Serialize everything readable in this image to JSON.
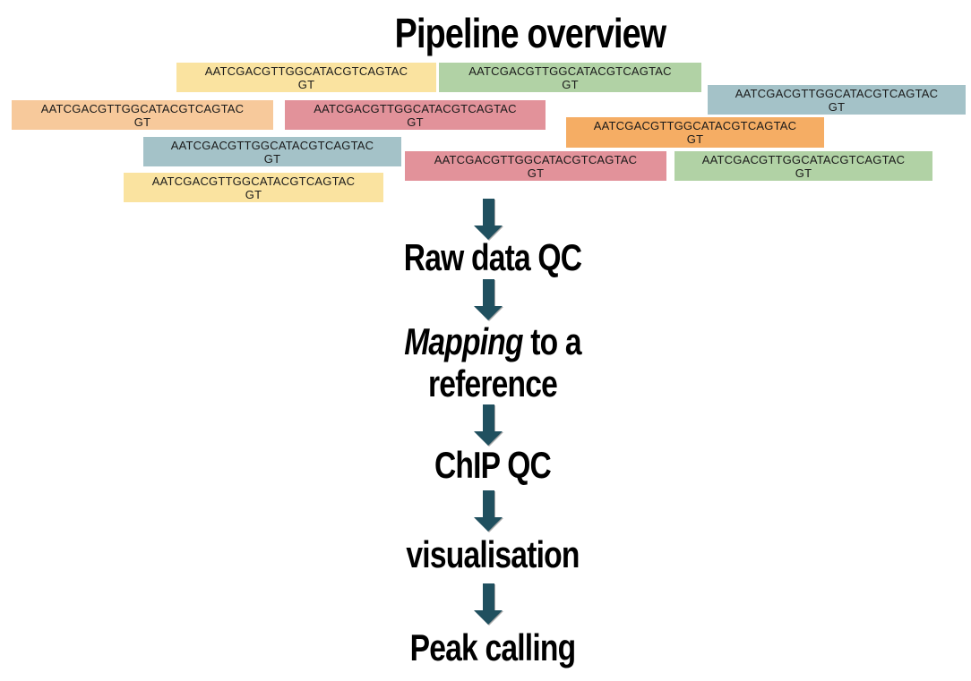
{
  "title": "Pipeline overview",
  "colors": {
    "yellow": "#fae3a0",
    "green": "#b1d2a5",
    "blue": "#a4c2c8",
    "peach": "#f7c99b",
    "red": "#e2929a",
    "orange": "#f5ad64",
    "arrow": "#20505f",
    "text": "#000000"
  },
  "reads": {
    "sequence_line1": "AATCGACGTTGGCATACGTCAGTAC",
    "sequence_line2": "GT",
    "items": [
      {
        "color": "yellow"
      },
      {
        "color": "green"
      },
      {
        "color": "blue"
      },
      {
        "color": "peach"
      },
      {
        "color": "red"
      },
      {
        "color": "orange"
      },
      {
        "color": "blue"
      },
      {
        "color": "red"
      },
      {
        "color": "green"
      },
      {
        "color": "yellow"
      }
    ]
  },
  "pipeline": {
    "steps": [
      {
        "label": "Raw data QC"
      },
      {
        "line1_italic": "Mapping",
        "line1_rest": " to a",
        "line2": "reference"
      },
      {
        "label": "ChIP QC"
      },
      {
        "label": "visualisation"
      },
      {
        "label": "Peak calling"
      }
    ]
  }
}
